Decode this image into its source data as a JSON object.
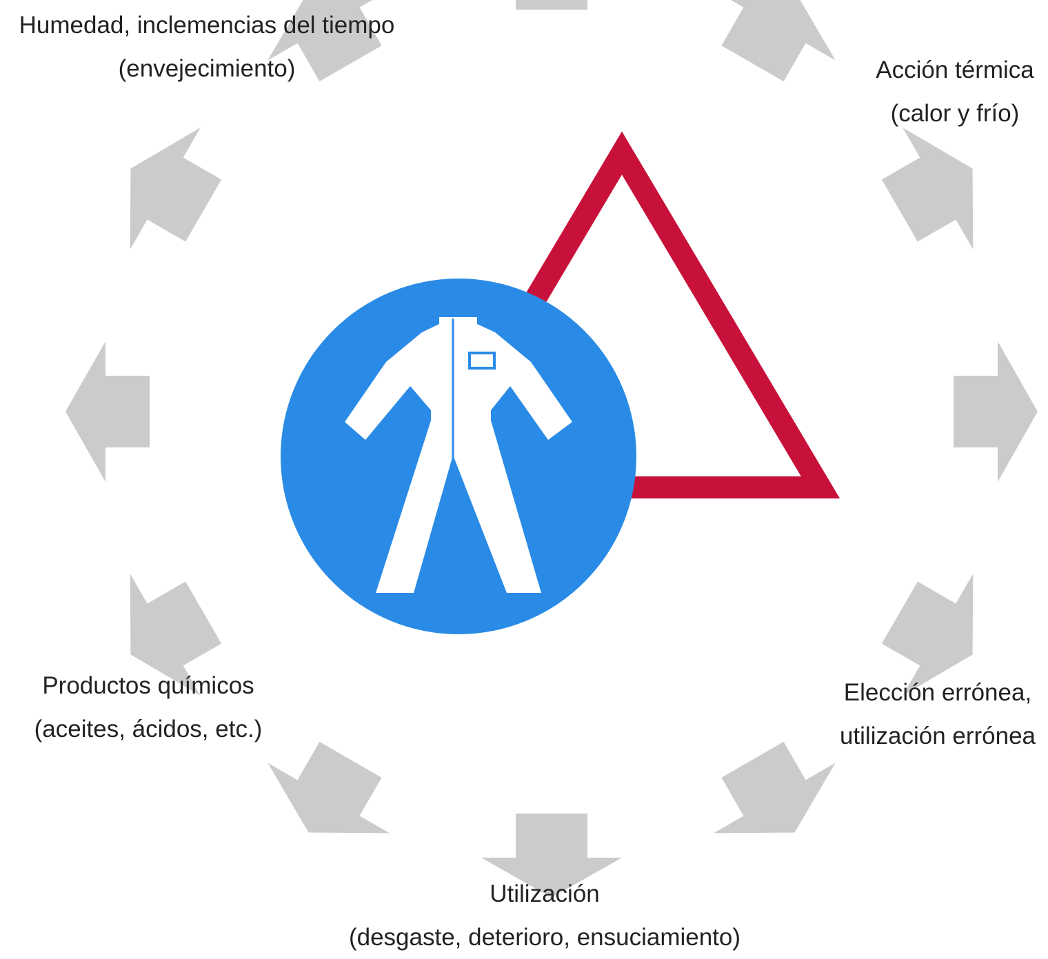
{
  "labels": {
    "humedad": {
      "line1": "Humedad, inclemencias del tiempo",
      "line2": "(envejecimiento)"
    },
    "termica": {
      "line1": "Acción térmica",
      "line2": "(calor y frío)"
    },
    "quimicos": {
      "line1": "Productos químicos",
      "line2": "(aceites, ácidos, etc.)"
    },
    "eleccion": {
      "line1": "Elección errónea,",
      "line2": "utilización errónea"
    },
    "utilizacion": {
      "line1": "Utilización",
      "line2": "(desgaste, deterioro, ensuciamiento)"
    }
  },
  "icons": {
    "center": "protective-clothing-icon",
    "warning": "warning-triangle-icon",
    "arrows": "inward-arrow-icon"
  },
  "colors": {
    "arrow": "#cbcbcb",
    "circle": "#2a8be6",
    "triangle": "#c8113a",
    "suit": "#ffffff",
    "text": "#222222"
  },
  "arrow_count": 12
}
